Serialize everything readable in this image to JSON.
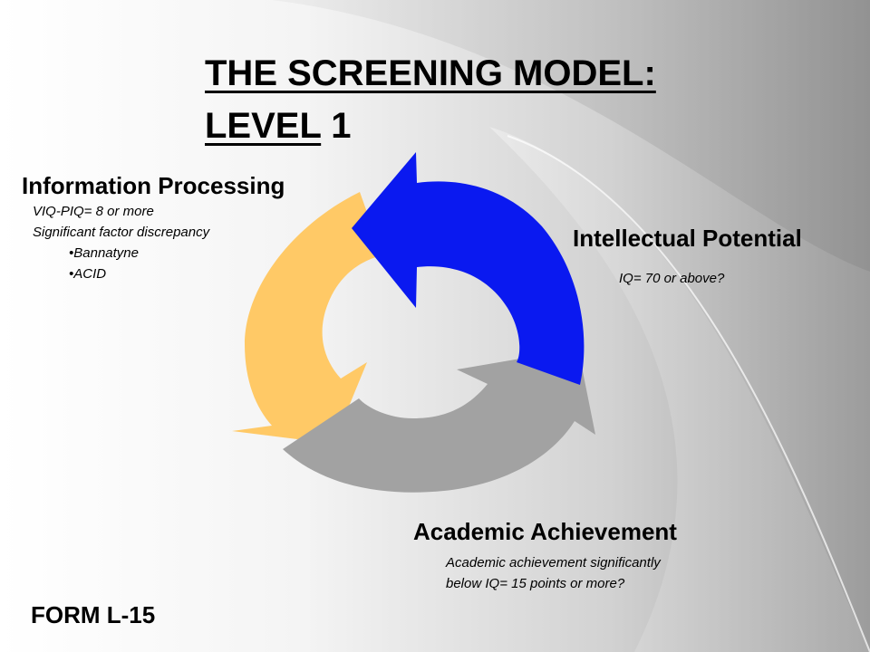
{
  "title": {
    "line1": "THE SCREENING MODEL:",
    "line2_underlined": " LEVEL",
    "line2_rest": " 1"
  },
  "information_processing": {
    "heading": "Information Processing",
    "lines": [
      "VIQ-PIQ= 8 or more",
      "Significant factor discrepancy"
    ],
    "bullets": [
      "•Bannatyne",
      "•ACID"
    ]
  },
  "intellectual_potential": {
    "heading": "Intellectual Potential",
    "note": "IQ= 70 or above?"
  },
  "academic_achievement": {
    "heading": "Academic Achievement",
    "lines": [
      "Academic achievement significantly",
      "below IQ= 15 points or more?"
    ]
  },
  "form_label": "FORM L-15",
  "colors": {
    "blue_arrow": "#0a19f0",
    "yellow_arrow": "#ffc966",
    "gray_arrow": "#a2a2a2",
    "background_light": "#ffffff",
    "background_mid": "#c8c8c8",
    "background_dark": "#8e8e8e"
  }
}
